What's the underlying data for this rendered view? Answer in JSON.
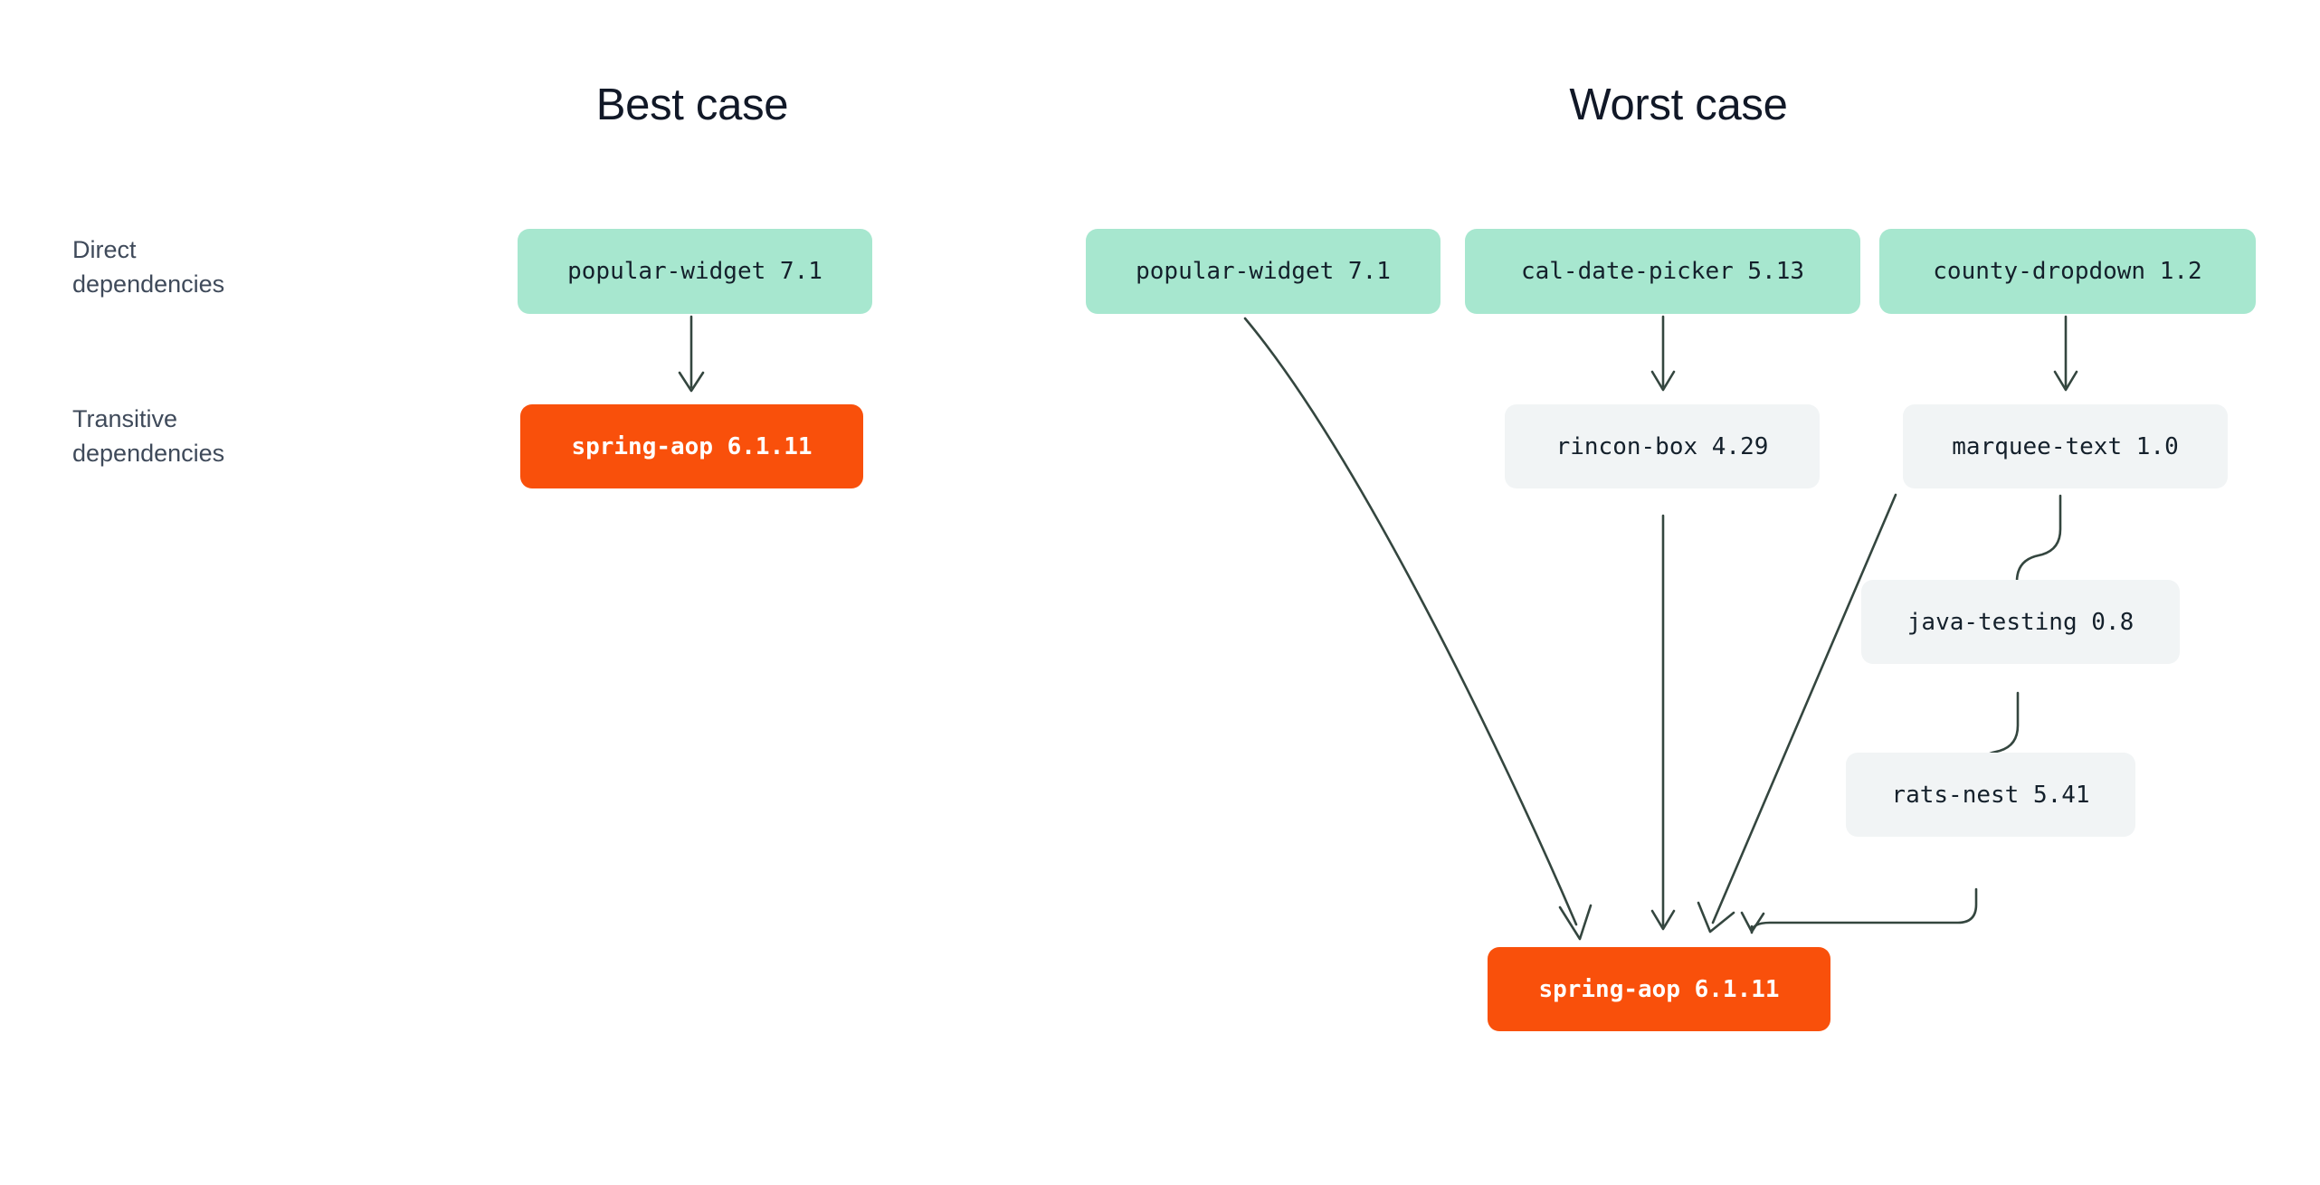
{
  "titles": {
    "best": "Best case",
    "worst": "Worst case"
  },
  "row_labels": {
    "direct": "Direct\ndependencies",
    "transitive": "Transitive\ndependencies"
  },
  "colors": {
    "direct_dependency": "#a7e7cf",
    "transitive_dependency": "#f1f4f5",
    "highlighted_dependency": "#f9500b",
    "arrow": "#34463f",
    "title_text": "#111827",
    "label_text": "#3f4a5a",
    "background": "#ffffff"
  },
  "best_case": {
    "nodes": [
      {
        "id": "bc-popular-widget",
        "label": "popular-widget 7.1",
        "kind": "direct"
      },
      {
        "id": "bc-spring-aop",
        "label": "spring-aop 6.1.11",
        "kind": "highlighted"
      }
    ],
    "edges": [
      {
        "from": "bc-popular-widget",
        "to": "bc-spring-aop"
      }
    ]
  },
  "worst_case": {
    "nodes": [
      {
        "id": "wc-popular-widget",
        "label": "popular-widget 7.1",
        "kind": "direct"
      },
      {
        "id": "wc-cal-date-picker",
        "label": "cal-date-picker 5.13",
        "kind": "direct"
      },
      {
        "id": "wc-county-dropdown",
        "label": "county-dropdown 1.2",
        "kind": "direct"
      },
      {
        "id": "wc-rincon-box",
        "label": "rincon-box 4.29",
        "kind": "transitive"
      },
      {
        "id": "wc-marquee-text",
        "label": "marquee-text 1.0",
        "kind": "transitive"
      },
      {
        "id": "wc-java-testing",
        "label": "java-testing 0.8",
        "kind": "transitive"
      },
      {
        "id": "wc-rats-nest",
        "label": "rats-nest 5.41",
        "kind": "transitive"
      },
      {
        "id": "wc-spring-aop",
        "label": "spring-aop 6.1.11",
        "kind": "highlighted"
      }
    ],
    "edges": [
      {
        "from": "wc-popular-widget",
        "to": "wc-spring-aop"
      },
      {
        "from": "wc-cal-date-picker",
        "to": "wc-rincon-box"
      },
      {
        "from": "wc-rincon-box",
        "to": "wc-spring-aop"
      },
      {
        "from": "wc-county-dropdown",
        "to": "wc-marquee-text"
      },
      {
        "from": "wc-marquee-text",
        "to": "wc-spring-aop"
      },
      {
        "from": "wc-marquee-text",
        "to": "wc-java-testing"
      },
      {
        "from": "wc-java-testing",
        "to": "wc-rats-nest"
      },
      {
        "from": "wc-rats-nest",
        "to": "wc-spring-aop"
      }
    ]
  }
}
